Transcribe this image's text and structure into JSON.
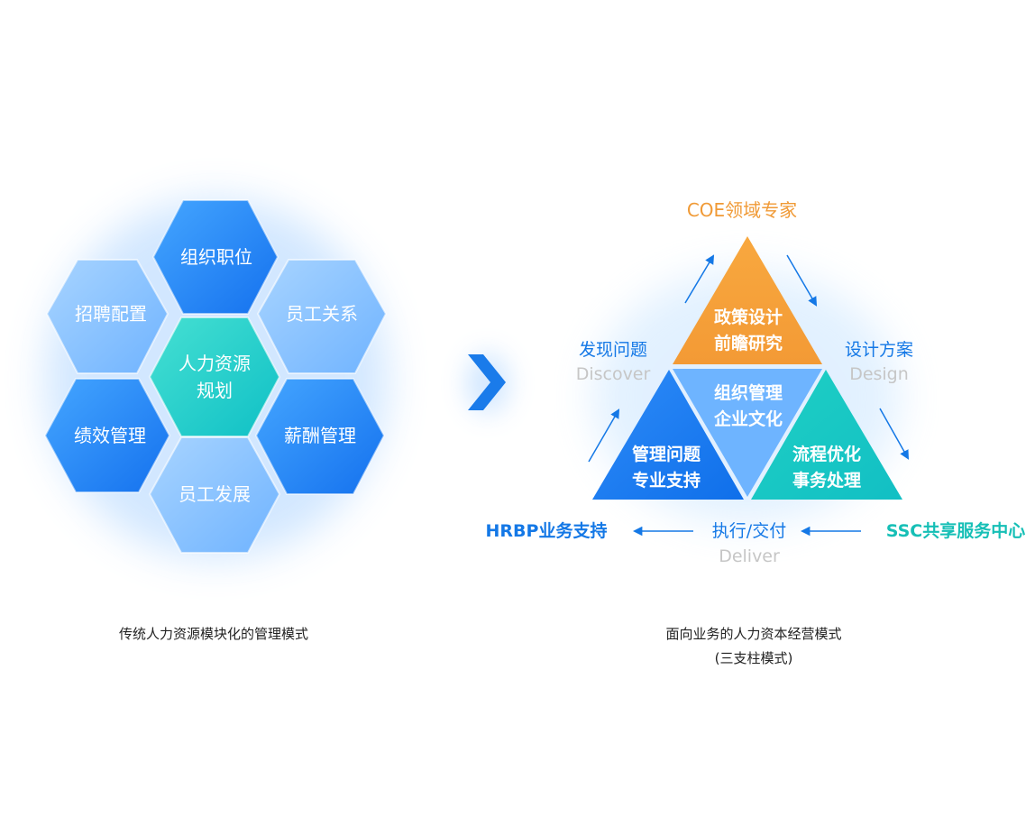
{
  "left_diagram": {
    "hexagons": {
      "top": "组织职位",
      "upper_left": "招聘配置",
      "upper_right": "员工关系",
      "center": [
        "人力资源",
        "规划"
      ],
      "lower_left": "绩效管理",
      "lower_right": "薪酬管理",
      "bottom": "员工发展"
    },
    "caption": "传统人力资源模块化的管理模式"
  },
  "divider": {
    "icon": "chevron-right-icon"
  },
  "right_diagram": {
    "coe_label": "COE领域专家",
    "discover": {
      "cn": "发现问题",
      "en": "Discover"
    },
    "design": {
      "cn": "设计方案",
      "en": "Design"
    },
    "deliver": {
      "cn": "执行/交付",
      "en": "Deliver"
    },
    "hrbp_label": "HRBP业务支持",
    "ssc_label": "SSC共享服务中心",
    "triangles": {
      "top": [
        "政策设计",
        "前瞻研究"
      ],
      "center": [
        "组织管理",
        "企业文化"
      ],
      "left": [
        "管理问题",
        "专业支持"
      ],
      "right": [
        "流程优化",
        "事务处理"
      ]
    },
    "caption": [
      "面向业务的人力资本经营模式",
      "(三支柱模式)"
    ]
  },
  "colors": {
    "hex_blue_dark": "#1E7DF0",
    "hex_blue_light": "#8CC3FF",
    "hex_center": "#1FCFC8",
    "tri_top": "#F5A03A",
    "tri_left": "#1478F0",
    "tri_center": "#6EB4FF",
    "tri_right": "#16C7C0",
    "coe_text": "#F09A36",
    "blue_text": "#1478E6",
    "teal_text": "#16BFB6",
    "grey_text": "#C6C6C6"
  }
}
